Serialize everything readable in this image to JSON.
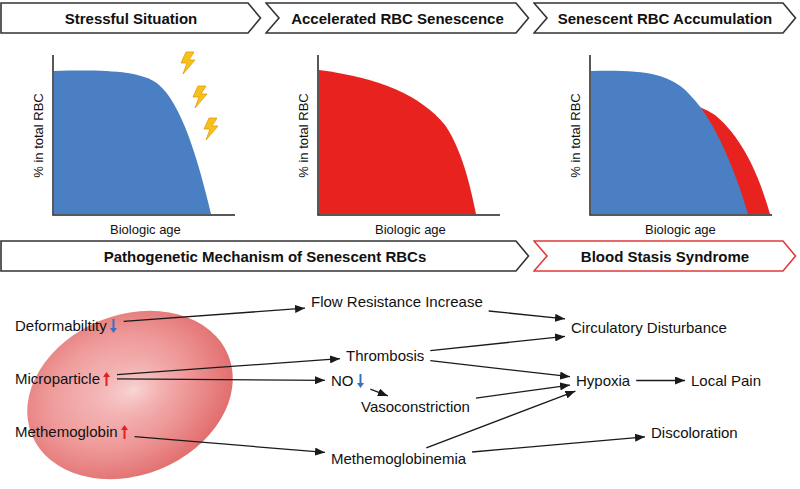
{
  "diagram": {
    "nodes": [
      {
        "text": [
          "Stressful Situation"
        ]
      },
      {
        "text": [
          "Accelerated RBC Senescence"
        ]
      },
      {
        "text": [
          "Senescent RBC Accumulation"
        ]
      },
      {
        "text": [
          "Pathogenetic Mechanism of Senescent RBCs"
        ]
      },
      {
        "text": [
          "Blood Stasis Syndrome"
        ]
      },
      {
        "text": [
          "Deformabiltity"
        ]
      },
      {
        "text": [
          "Microparticle"
        ]
      },
      {
        "text": [
          "Methemoglobin"
        ]
      },
      {
        "text": [
          "Flow Resistance Increase"
        ]
      },
      {
        "text": [
          "Thrombosis"
        ]
      },
      {
        "text": [
          "NO"
        ]
      },
      {
        "text": [
          "Vasoconstriction"
        ]
      },
      {
        "text": [
          "Methemoglobinemia"
        ]
      },
      {
        "text": [
          "Circulatory Disturbance"
        ]
      },
      {
        "text": [
          "Hypoxia"
        ]
      },
      {
        "text": [
          "Local Pain"
        ]
      },
      {
        "text": [
          "Discoloration"
        ]
      }
    ],
    "edges": [
      {
        "from": 5,
        "to": 8,
        "arrow": "to"
      },
      {
        "from": 6,
        "to": 9,
        "arrow": "to"
      },
      {
        "from": 6,
        "to": 10,
        "arrow": "to"
      },
      {
        "from": 10,
        "to": 11,
        "arrow": "to"
      },
      {
        "from": 7,
        "to": 12,
        "arrow": "to"
      },
      {
        "from": 8,
        "to": 13,
        "arrow": "to"
      },
      {
        "from": 9,
        "to": 13,
        "arrow": "to"
      },
      {
        "from": 9,
        "to": 14,
        "arrow": "to"
      },
      {
        "from": 11,
        "to": 14,
        "arrow": "to"
      },
      {
        "from": 12,
        "to": 14,
        "arrow": "to"
      },
      {
        "from": 12,
        "to": 16,
        "arrow": "to"
      },
      {
        "from": 14,
        "to": 15,
        "arrow": "to"
      }
    ],
    "labels": [
      "% in total RBC",
      "Biologic age",
      "% in total RBC",
      "Biologic age",
      "% in total RBC",
      "Biologic age"
    ]
  }
}
